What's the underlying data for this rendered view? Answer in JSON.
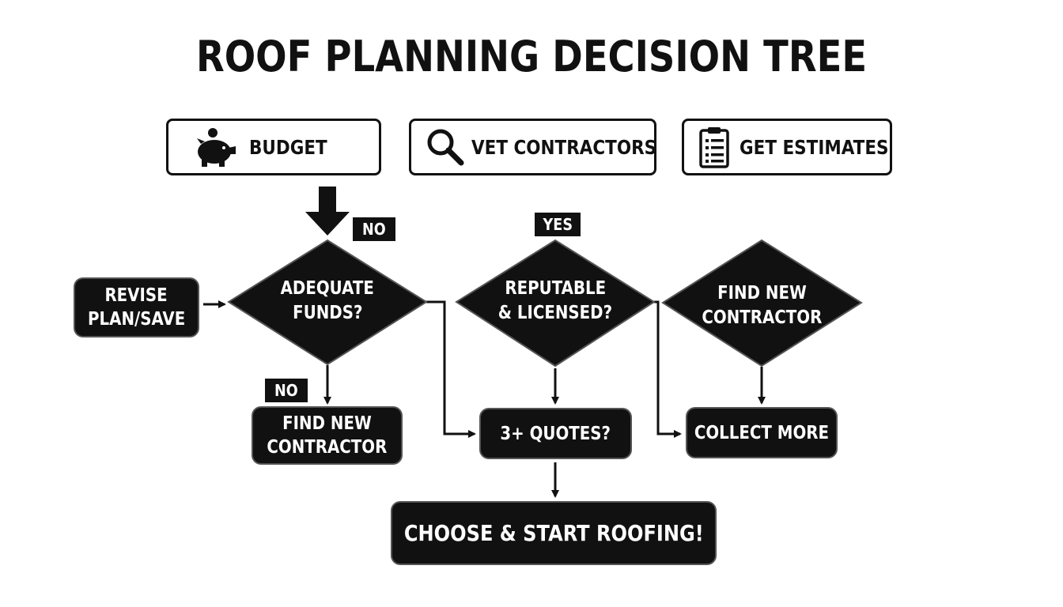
{
  "title": "ROOF PLANNING DECISION TREE",
  "headers": {
    "budget": {
      "label": "BUDGET",
      "icon": "piggy-bank-icon"
    },
    "vet": {
      "label": "VET CONTRACTORS",
      "icon": "magnifier-icon"
    },
    "estimates": {
      "label": "GET ESTIMATES",
      "icon": "clipboard-list-icon"
    }
  },
  "decisions": {
    "funds": {
      "line1": "ADEQUATE",
      "line2": "FUNDS?"
    },
    "reputable": {
      "line1": "REPUTABLE",
      "line2": "& LICENSED?"
    },
    "find_new_diamond": {
      "line1": "FIND NEW",
      "line2": "CONTRACTOR"
    }
  },
  "boxes": {
    "revise": {
      "line1": "REVISE",
      "line2": "PLAN/SAVE"
    },
    "find_new_box": {
      "line1": "FIND NEW",
      "line2": "CONTRACTOR"
    },
    "quotes": {
      "label": "3+ QUOTES?"
    },
    "collect": {
      "label": "COLLECT MORE"
    },
    "choose": {
      "label": "CHOOSE & START ROOFING!"
    }
  },
  "tags": {
    "no_top": "NO",
    "yes": "YES",
    "no_bottom": "NO"
  },
  "colors": {
    "ink": "#111111",
    "background": "#ffffff"
  }
}
